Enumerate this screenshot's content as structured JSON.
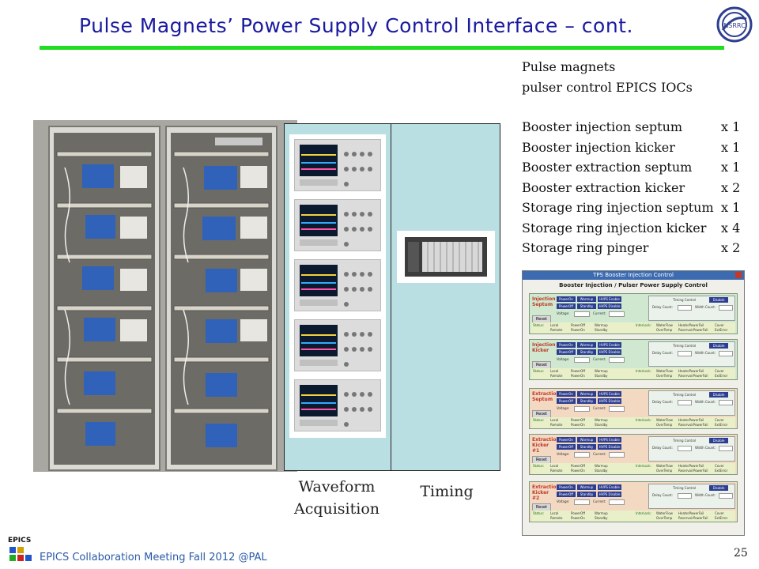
{
  "slide": {
    "title": "Pulse Magnets’ Power Supply Control Interface – cont.",
    "page_number": "25",
    "footer": "EPICS Collaboration Meeting Fall 2012 @PAL",
    "footer_logo_text": "EPICS",
    "org_logo_text": "NSRRC"
  },
  "ioc_list": {
    "heading_line1": "Pulse magnets",
    "heading_line2": "pulser control EPICS IOCs",
    "items": [
      {
        "name": "Booster injection septum",
        "count": "x 1"
      },
      {
        "name": "Booster injection kicker",
        "count": "x 1"
      },
      {
        "name": "Booster extraction septum",
        "count": "x 1"
      },
      {
        "name": "Booster extraction kicker",
        "count": "x 2"
      },
      {
        "name": "Storage ring injection septum",
        "count": "x 1"
      },
      {
        "name": "Storage ring injection kicker",
        "count": "x 4"
      },
      {
        "name": "Storage ring pinger",
        "count": "x 2"
      }
    ]
  },
  "labels": {
    "waveform_line1": "Waveform",
    "waveform_line2": "Acquisition",
    "timing": "Timing"
  },
  "gui": {
    "window_title": "TPS Booster Injection Control",
    "heading": "Booster Injection / Pulser Power Supply Control",
    "sections": [
      {
        "name": "Injection Septum",
        "color": "green"
      },
      {
        "name": "Injection Kicker",
        "color": "green"
      },
      {
        "name": "Extraction Septum",
        "color": "orange"
      },
      {
        "name": "Extraction Kicker #1",
        "color": "orange"
      },
      {
        "name": "Extraction Kicker #2",
        "color": "orange"
      }
    ],
    "buttons": {
      "power_on": "PowerOn",
      "power_off": "PowerOff",
      "warmup": "Warmup",
      "standby": "Standby",
      "hvps_enable": "HVPS Enable",
      "hvps_disable": "HVPS Disable",
      "reset": "Reset",
      "disable": "Disable"
    },
    "field_labels": {
      "voltage": "Voltage:",
      "current": "Current:",
      "timing_control": "Timing Control",
      "delay_count": "Delay Count:",
      "width_count": "Width Count:",
      "status": "Status:",
      "interlock": "InterLock:"
    },
    "status_items": [
      "Local",
      "Remote",
      "PowerOff",
      "PowerOn",
      "Warmup",
      "Standby"
    ],
    "interlock_items": [
      "WaterFlow",
      "OverTemp",
      "HeaterPowerFail",
      "ReservoirPowerFail",
      "Cover",
      "ExtError"
    ]
  },
  "colors": {
    "title": "#1a1aa0",
    "title_rule": "#22dd22",
    "panel_bg": "#b9dfe3",
    "footer": "#2a5aa8"
  }
}
